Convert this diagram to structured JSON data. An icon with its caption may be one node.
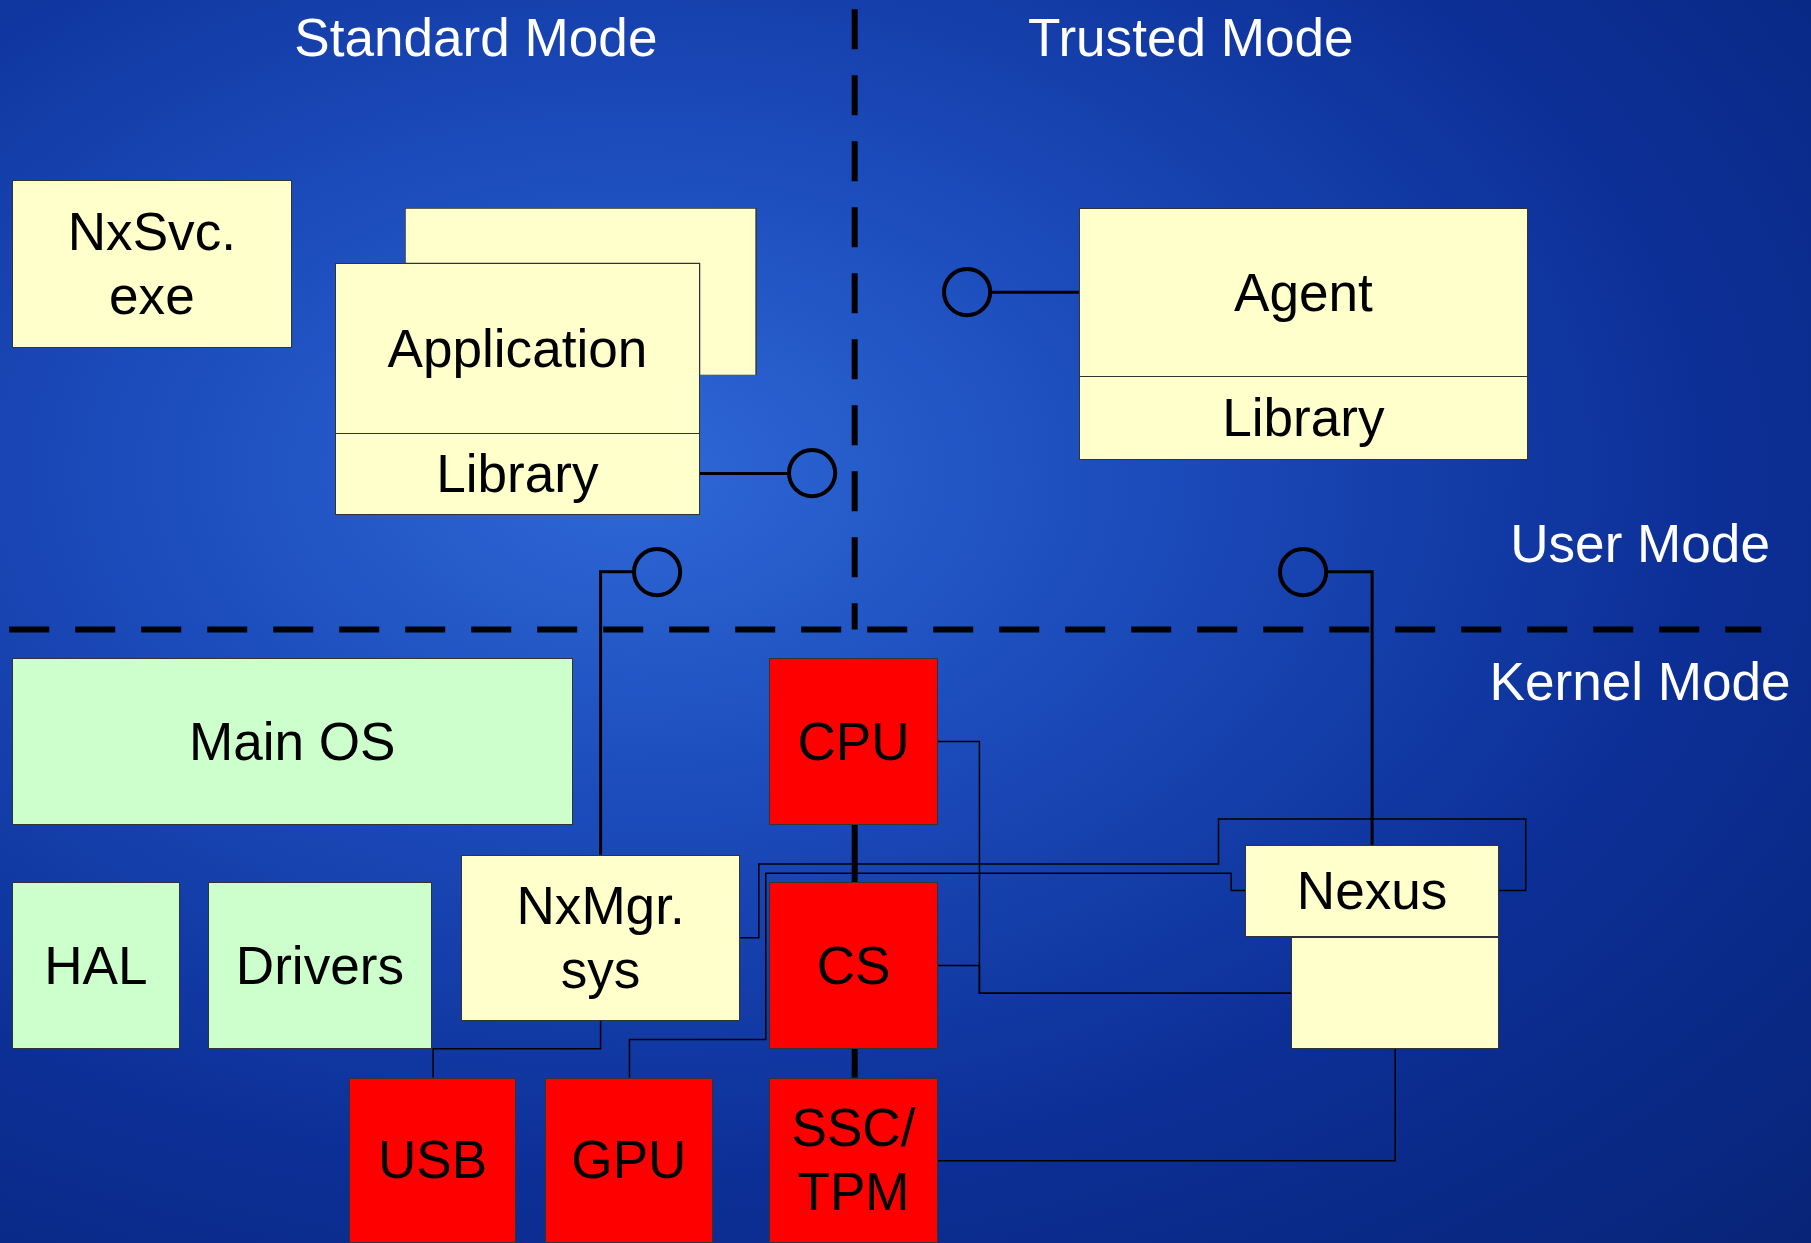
{
  "diagram": {
    "nodes": [
      {
        "text": [
          "NxSvc. exe"
        ]
      },
      {
        "text": [],
        "shape": "box"
      },
      {
        "text": [
          "Application",
          "Library"
        ]
      },
      {
        "text": [
          "Agent",
          "Library"
        ]
      },
      {
        "text": [],
        "shape": "circle"
      },
      {
        "text": [],
        "shape": "circle"
      },
      {
        "text": [],
        "shape": "circle"
      },
      {
        "text": [],
        "shape": "circle"
      },
      {
        "text": [
          "Main OS"
        ]
      },
      {
        "text": [
          "HAL"
        ]
      },
      {
        "text": [
          "Drivers"
        ]
      },
      {
        "text": [
          "NxMgr. sys"
        ]
      },
      {
        "text": [
          "CPU"
        ]
      },
      {
        "text": [
          "CS"
        ]
      },
      {
        "text": [
          "Nexus"
        ]
      },
      {
        "text": [],
        "shape": "box"
      },
      {
        "text": [
          "USB"
        ]
      },
      {
        "text": [
          "GPU"
        ]
      },
      {
        "text": [
          "SSC/ TPM"
        ]
      }
    ],
    "edges": [
      {
        "from": 3,
        "to": 4,
        "arrow": "none"
      },
      {
        "from": 2,
        "to": 5,
        "arrow": "none"
      },
      {
        "from": 6,
        "to": 11,
        "arrow": "none"
      },
      {
        "from": 7,
        "to": 14,
        "arrow": "none"
      },
      {
        "from": 11,
        "to": 16,
        "arrow": "none"
      },
      {
        "from": 11,
        "to": 14,
        "arrow": "none"
      },
      {
        "from": 17,
        "to": 14,
        "arrow": "none"
      },
      {
        "from": 12,
        "to": 15,
        "arrow": "none"
      },
      {
        "from": 13,
        "to": 15,
        "arrow": "none"
      },
      {
        "from": 18,
        "to": 15,
        "arrow": "none"
      }
    ],
    "labels": [
      "Standard Mode",
      "Trusted Mode",
      "User Mode",
      "Kernel Mode"
    ]
  }
}
